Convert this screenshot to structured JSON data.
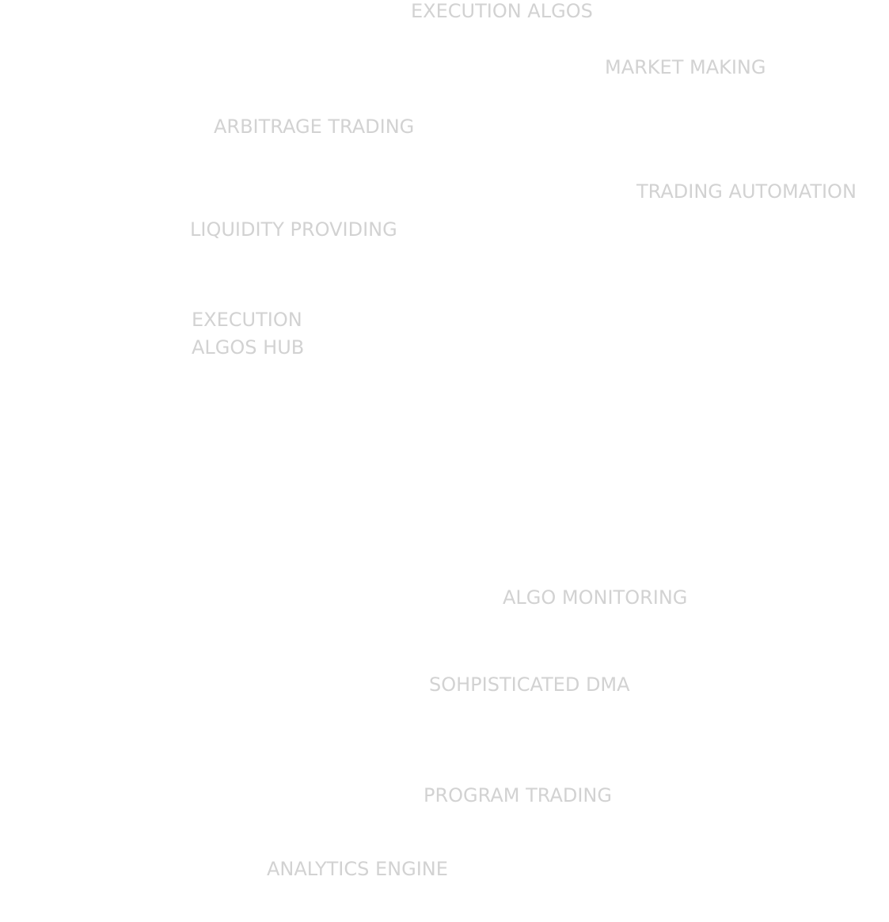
{
  "labels": {
    "execution_algos": "EXECUTION ALGOS",
    "market_making": "MARKET MAKING",
    "arbitrage_trading": "ARBITRAGE TRADING",
    "trading_automation": "TRADING AUTOMATION",
    "liquidity_providing": "LIQUIDITY PROVIDING",
    "hub_line1": "EXECUTION",
    "hub_line2": "ALGOS HUB",
    "algo_monitoring": "ALGO MONITORING",
    "sophisticated_dma": "SOHPISTICATED DMA",
    "program_trading": "PROGRAM TRADING",
    "analytics_engine": "ANALYTICS ENGINE"
  },
  "colors": {
    "label": "#d2d2d2",
    "background": "#ffffff"
  }
}
